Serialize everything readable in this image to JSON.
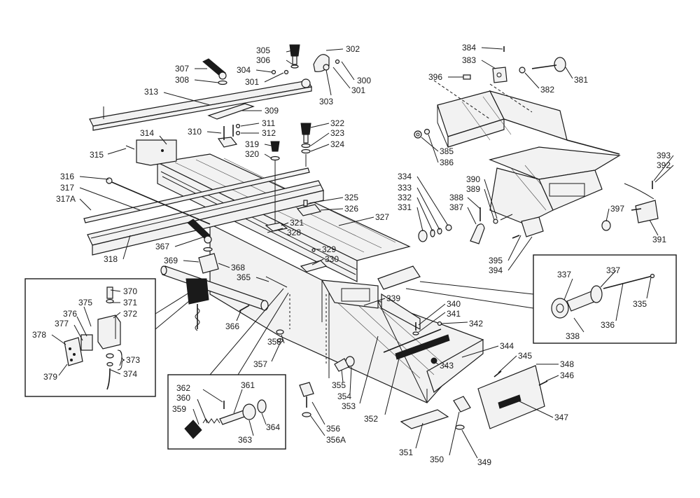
{
  "labels": {
    "l305": "305",
    "l302": "302",
    "l306": "306",
    "l304": "304",
    "l301a": "301",
    "l300": "300",
    "l301b": "301",
    "l303": "303",
    "l307": "307",
    "l308": "308",
    "l313": "313",
    "l309": "309",
    "l310": "310",
    "l311": "311",
    "l312": "312",
    "l322": "322",
    "l323": "323",
    "l324": "324",
    "l319": "319",
    "l320": "320",
    "l314": "314",
    "l315": "315",
    "l316": "316",
    "l317": "317",
    "l317A": "317A",
    "l318": "318",
    "l325": "325",
    "l326": "326",
    "l327": "327",
    "l321": "321",
    "l328": "328",
    "l329": "329",
    "l330": "330",
    "l367": "367",
    "l369": "369",
    "l368": "368",
    "l365": "365",
    "l366": "366",
    "l384": "384",
    "l383": "383",
    "l396": "396",
    "l382": "382",
    "l381": "381",
    "l385": "385",
    "l386": "386",
    "l334": "334",
    "l333": "333",
    "l332": "332",
    "l331": "331",
    "l390": "390",
    "l389": "389",
    "l388": "388",
    "l387": "387",
    "l395": "395",
    "l394": "394",
    "l397": "397",
    "l393": "393",
    "l392": "392",
    "l391": "391",
    "l337a": "337",
    "l337b": "337",
    "l335": "335",
    "l336": "336",
    "l338": "338",
    "l339": "339",
    "l340": "340",
    "l341": "341",
    "l342": "342",
    "l343": "343",
    "l344": "344",
    "l345": "345",
    "l348": "348",
    "l346": "346",
    "l347": "347",
    "l358": "358",
    "l357": "357",
    "l355": "355",
    "l354": "354",
    "l353": "353",
    "l352": "352",
    "l356": "356",
    "l356A": "356A",
    "l351": "351",
    "l350": "350",
    "l349": "349",
    "l370": "370",
    "l371": "371",
    "l372": "372",
    "l375": "375",
    "l376": "376",
    "l377": "377",
    "l378": "378",
    "l373": "373",
    "l374": "374",
    "l379": "379",
    "l362": "362",
    "l361": "361",
    "l360": "360",
    "l359": "359",
    "l364": "364",
    "l363": "363"
  }
}
